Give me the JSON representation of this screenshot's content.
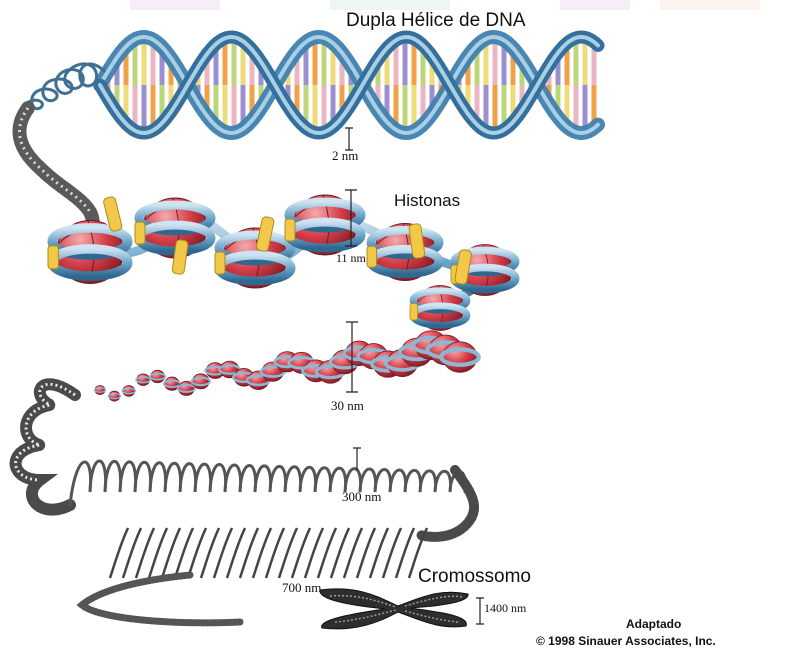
{
  "labels": {
    "dna": "Dupla Hélice de DNA",
    "histones": "Histonas",
    "chromosome": "Cromossomo"
  },
  "measurements": {
    "helix": "2 nm",
    "nucleosome": "11 nm",
    "fiber": "30 nm",
    "loops": "300 nm",
    "condensed": "700 nm",
    "chromosome": "1400 nm"
  },
  "credit": {
    "adapted": "Adaptado",
    "copyright": "© 1998 Sinauer Associates, Inc."
  },
  "colors": {
    "dna_backbone": "#3f7fae",
    "nucleosome_core": "#d5414a",
    "linker_clip": "#f2c849",
    "chromatin_gray": "#555555",
    "base_pairs": [
      "#e9b6c2",
      "#9c8fd0",
      "#f0a24a",
      "#bcd77a",
      "#eedb7a"
    ]
  }
}
